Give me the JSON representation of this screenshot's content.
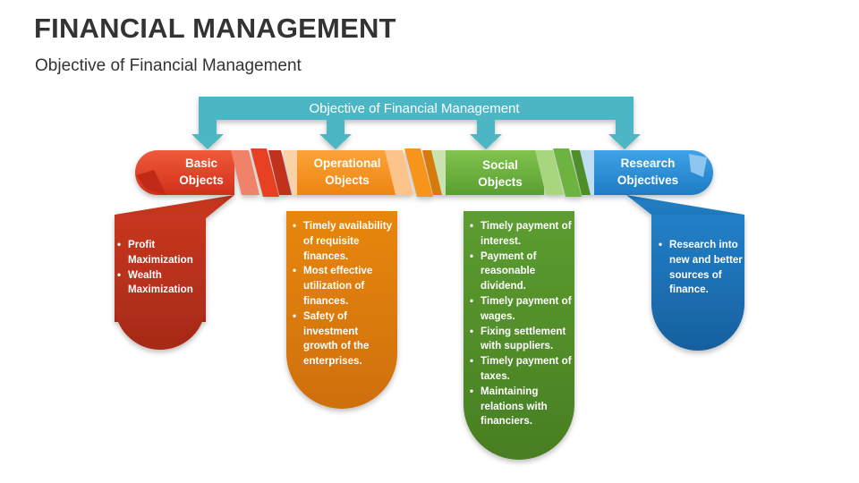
{
  "header": {
    "title": "FINANCIAL MANAGEMENT",
    "subtitle": "Objective of Financial Management"
  },
  "banner": {
    "label": "Objective of Financial Management",
    "color": "#4DB6C4"
  },
  "segments": [
    {
      "line1": "Basic",
      "line2": "Objects",
      "color": "#E84124",
      "card_color": "#B7301E",
      "items": [
        "Profit Maximization",
        "Wealth Maximization"
      ]
    },
    {
      "line1": "Operational",
      "line2": "Objects",
      "color": "#F7941D",
      "card_color": "#D9780F",
      "items": [
        "Timely availability of requisite finances.",
        "Most effective utilization of finances.",
        "Safety of investment growth of the enterprises."
      ]
    },
    {
      "line1": "Social",
      "line2": "Objects",
      "color": "#6DB33F",
      "card_color": "#4E8D2B",
      "items": [
        "Timely payment of interest.",
        "Payment of reasonable dividend.",
        "Timely payment of wages.",
        "Fixing settlement with suppliers.",
        "Timely payment of taxes.",
        "Maintaining relations with financiers."
      ]
    },
    {
      "line1": "Research",
      "line2": "Objectives",
      "color": "#2E8FD6",
      "card_color": "#1C6EB0",
      "items": [
        "Research into new and better sources of finance."
      ]
    }
  ]
}
